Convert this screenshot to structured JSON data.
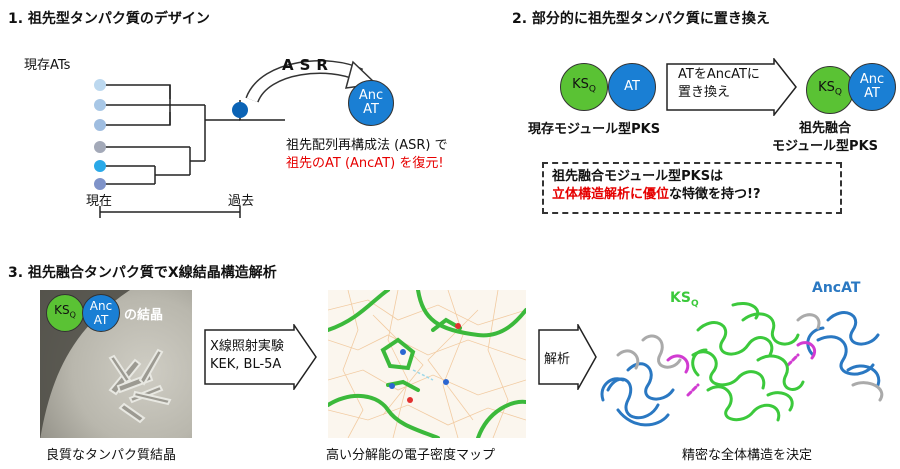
{
  "section1": {
    "title": "1. 祖先型タンパク質のデザイン",
    "current_label": "現存ATs",
    "asr_arrow_label": "ASR",
    "ancat_circle": [
      "Anc",
      "AT"
    ],
    "asr_text": "祖先配列再構成法 (ASR) で",
    "restore_text": "祖先のAT (AncAT) を復元!",
    "axis_present": "現在",
    "axis_past": "過去",
    "leaf_colors": [
      "#bcd8ef",
      "#a8c7e6",
      "#9fbde0",
      "#a3a9b8",
      "#2aa9e8",
      "#7f93c9"
    ]
  },
  "section2": {
    "title": "2. 部分的に祖先型タンパク質に置き換え",
    "ks_label": "KS",
    "ks_sub": "Q",
    "at_label": "AT",
    "arrow_text": [
      "ATをAncATに",
      "置き換え"
    ],
    "ancat_circle": [
      "Anc",
      "AT"
    ],
    "left_caption": "現存モジュール型PKS",
    "right_caption": [
      "祖先融合",
      "モジュール型PKS"
    ],
    "box_line1": "祖先融合モジュール型PKSは",
    "box_line2_red": "立体構造解析に優位",
    "box_line2_rest": "な特徴を持つ!?"
  },
  "section3": {
    "title": "3. 祖先融合タンパク質でX線結晶構造解析",
    "crystal_ks": "KS",
    "crystal_ks_sub": "Q",
    "crystal_ancat": [
      "Anc",
      "AT"
    ],
    "crystal_suffix": "の結晶",
    "arrow1_text": [
      "X線照射実験",
      "KEK, BL-5A"
    ],
    "arrow2_text": "解析",
    "structure_ks": "KS",
    "structure_ks_sub": "Q",
    "structure_ancat": "AncAT",
    "caption1": "良質なタンパク質結晶",
    "caption2": "高い分解能の電子密度マップ",
    "caption3": "精密な全体構造を決定"
  },
  "colors": {
    "ks_green": "#5ac234",
    "at_blue": "#1a7fd4",
    "structure_green": "#3cc93c",
    "structure_blue": "#2a78c2",
    "highlight_red": "#e60000"
  }
}
